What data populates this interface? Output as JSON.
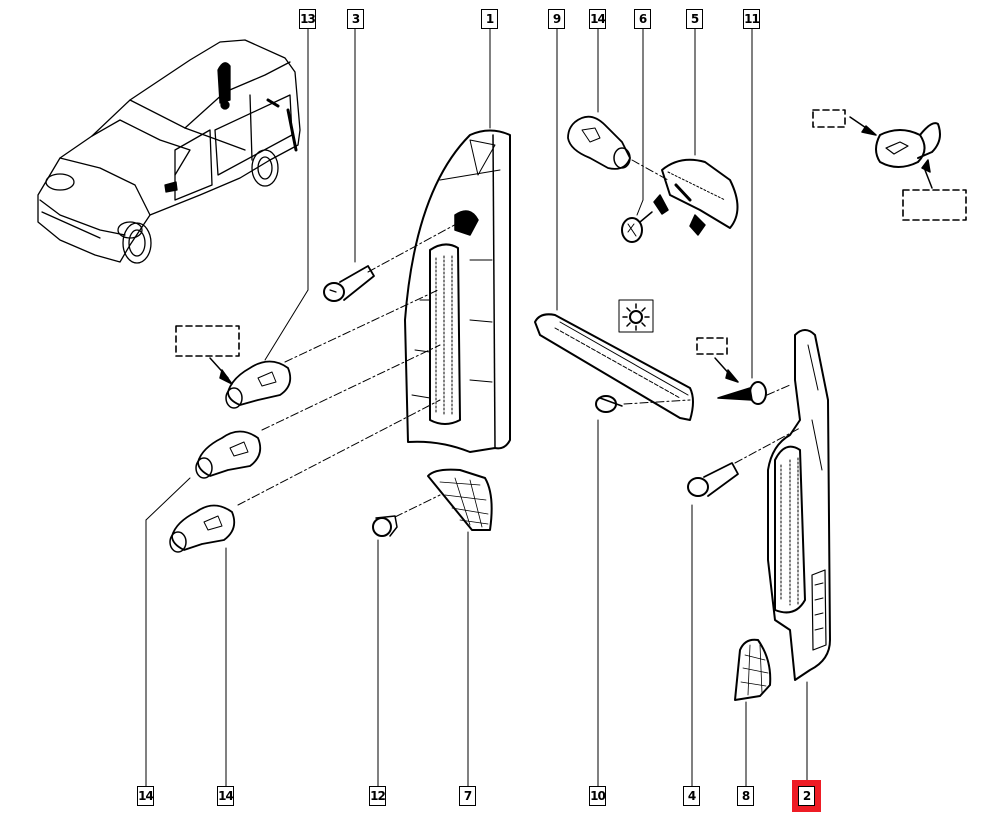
{
  "diagram": {
    "title": "Rear lights assembly exploded view",
    "highlight_color": "#ee1c25",
    "selected_part": "2",
    "top_callouts": [
      {
        "id": "c13",
        "label": "13"
      },
      {
        "id": "c3",
        "label": "3"
      },
      {
        "id": "c1",
        "label": "1"
      },
      {
        "id": "c9",
        "label": "9"
      },
      {
        "id": "c14a",
        "label": "14"
      },
      {
        "id": "c6",
        "label": "6"
      },
      {
        "id": "c5",
        "label": "5"
      },
      {
        "id": "c11",
        "label": "11"
      }
    ],
    "bottom_callouts": [
      {
        "id": "c14b",
        "label": "14"
      },
      {
        "id": "c14c",
        "label": "14"
      },
      {
        "id": "c12",
        "label": "12"
      },
      {
        "id": "c7",
        "label": "7"
      },
      {
        "id": "c10",
        "label": "10"
      },
      {
        "id": "c4",
        "label": "4"
      },
      {
        "id": "c8",
        "label": "8"
      },
      {
        "id": "c2",
        "label": "2"
      }
    ],
    "parts": [
      {
        "name": "vehicle-illustration",
        "icon": "van-outline"
      },
      {
        "name": "rear-lamp-left",
        "part_no": "1"
      },
      {
        "name": "rear-lamp-right",
        "part_no": "2"
      },
      {
        "name": "screw-3",
        "part_no": "3"
      },
      {
        "name": "screw-4",
        "part_no": "4"
      },
      {
        "name": "side-repeater",
        "part_no": "5"
      },
      {
        "name": "wedge-bulb",
        "part_no": "6"
      },
      {
        "name": "reflector-7",
        "part_no": "7"
      },
      {
        "name": "reflector-8",
        "part_no": "8"
      },
      {
        "name": "third-brake-light",
        "part_no": "9"
      },
      {
        "name": "clip-10",
        "part_no": "10"
      },
      {
        "name": "screw-11",
        "part_no": "11"
      },
      {
        "name": "clip-12",
        "part_no": "12"
      },
      {
        "name": "bulb-holder-bulb",
        "part_no": "13"
      },
      {
        "name": "bulb",
        "part_no": "14"
      }
    ],
    "symbols": [
      {
        "name": "light-bulb-symbol",
        "icon": "lamp-on-icon"
      },
      {
        "name": "bulb-reference-symbol",
        "icon": "bulb-icon"
      }
    ]
  }
}
